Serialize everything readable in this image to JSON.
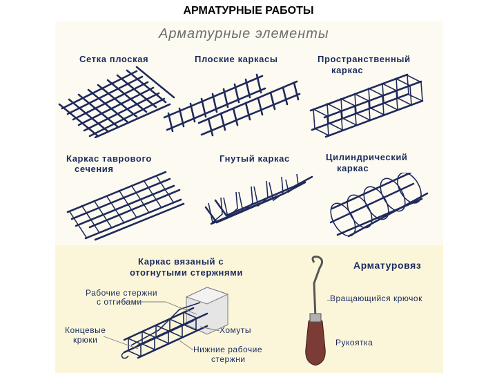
{
  "slide_title": "АРМАТУРНЫЕ РАБОТЫ",
  "heading": "Арматурные элементы",
  "items": {
    "flat_mesh": "Сетка плоская",
    "flat_frames": "Плоские каркасы",
    "spatial_frame": [
      "Пространственный",
      "каркас"
    ],
    "tee_frame": [
      "Каркас таврового",
      "сечения"
    ],
    "bent_frame": "Гнутый каркас",
    "cyl_frame": [
      "Цилиндрический",
      "каркас"
    ],
    "tied_frame": [
      "Каркас вязаный с",
      "отогнутыми стержнями"
    ],
    "tool": "Арматуровяз"
  },
  "callouts": {
    "working_bars_bent": [
      "Рабочие стержни",
      "с отгибами"
    ],
    "end_hooks": [
      "Концевые",
      "крюки"
    ],
    "stirrups": "Хомуты",
    "bottom_working_bars": [
      "Нижние рабочие",
      "стержни"
    ],
    "rotating_hook": "Вращающийся крючок",
    "handle": "Рукоятка"
  },
  "colors": {
    "rebar": "#1f2a5c",
    "bottom_panel": "#fbf6d9",
    "heading": "#6d6d6d",
    "handle": "#7a3c34"
  }
}
